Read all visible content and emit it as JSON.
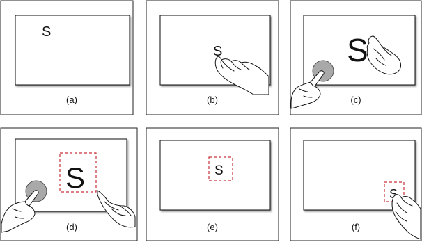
{
  "panels": [
    {
      "caption": "(a)",
      "letter": "S"
    },
    {
      "caption": "(b)",
      "letter": "S"
    },
    {
      "caption": "(c)",
      "letter": "S"
    },
    {
      "caption": "(d)",
      "letter": "S"
    },
    {
      "caption": "(e)",
      "letter": "S"
    },
    {
      "caption": "(f)",
      "letter": "S"
    }
  ],
  "colors": {
    "selection": "#c8323a",
    "touch": "#a9a9a9"
  }
}
